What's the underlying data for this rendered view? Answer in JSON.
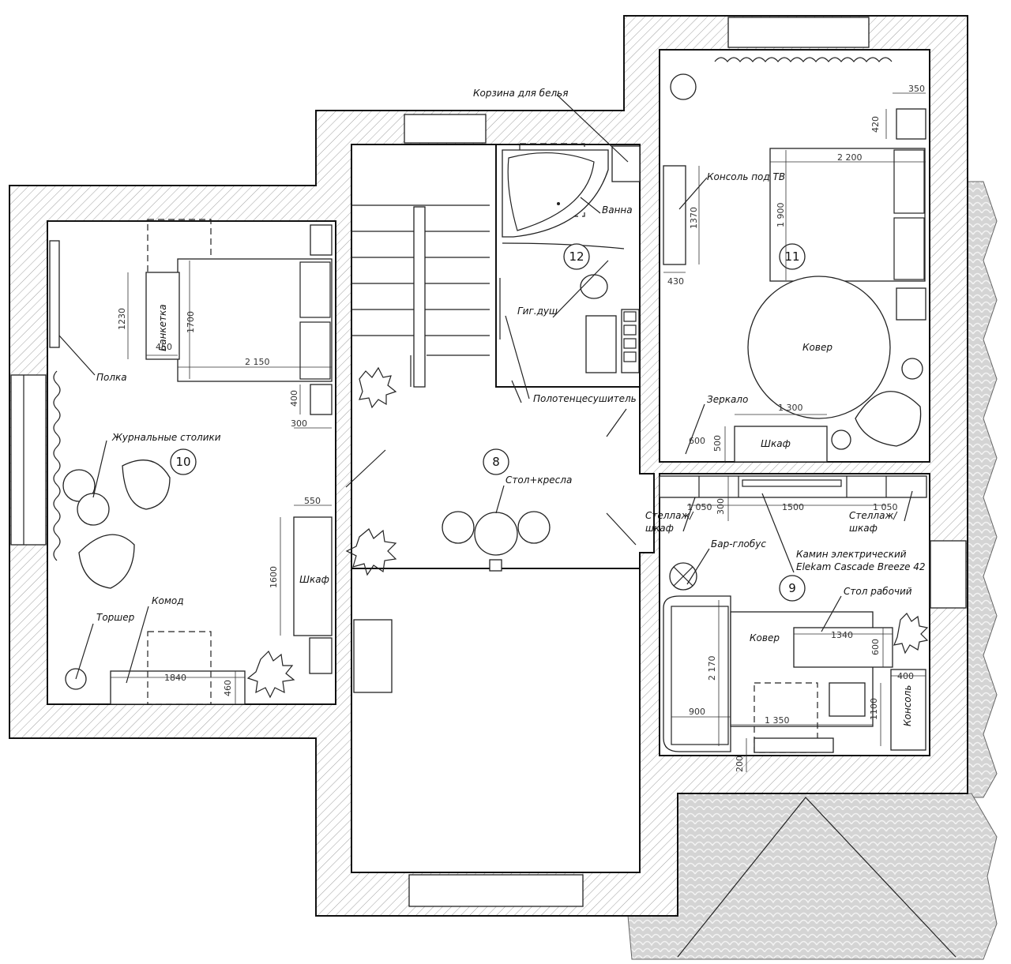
{
  "rooms": {
    "r8": "8",
    "r9": "9",
    "r10": "10",
    "r11": "11",
    "r12": "12"
  },
  "labels": {
    "korzina": "Корзина для белья",
    "vanna": "Ванна",
    "gigdush": "Гиг.душ",
    "polotencesushitel": "Полотенцесушитель",
    "konsol_tv": "Консоль под ТВ",
    "kover11": "Ковер",
    "zerkalo": "Зеркало",
    "shkaf11": "Шкаф",
    "polka": "Полка",
    "banketka": "Банкетка",
    "zhurnalnye": "Журнальные столики",
    "stol_kresla": "Стол+кресла",
    "shkaf10": "Шкаф",
    "komod": "Комод",
    "torsher": "Торшер",
    "stellazh_left": "Стеллаж/",
    "stellazh_left2": "шкаф",
    "stellazh_right": "Стеллаж/",
    "stellazh_right2": "шкаф",
    "bar_globus": "Бар-глобус",
    "kamin1": "Камин электрический",
    "kamin2": "Elekam Cascade Breeze 42",
    "stol_rabochiy": "Стол рабочий",
    "kover9": "Ковер",
    "konsol9": "Консоль"
  },
  "dimensions": {
    "d350": "350",
    "d420": "420",
    "d2200": "2 200",
    "d1900": "1 900",
    "d1370": "1370",
    "d430": "430",
    "d1300": "1 300",
    "d600a": "600",
    "d500": "500",
    "d1230": "1230",
    "d1700": "1700",
    "d450": "450",
    "d2150": "2 150",
    "d400a": "400",
    "d300a": "300",
    "d550": "550",
    "d1600": "1600",
    "d1840": "1840",
    "d460": "460",
    "d1050a": "1 050",
    "d300b": "300",
    "d1500": "1500",
    "d1050b": "1 050",
    "d1340": "1340",
    "d600b": "600",
    "d2170": "2 170",
    "d400b": "400",
    "d900": "900",
    "d1350": "1 350",
    "d1100": "1100",
    "d200": "200"
  }
}
